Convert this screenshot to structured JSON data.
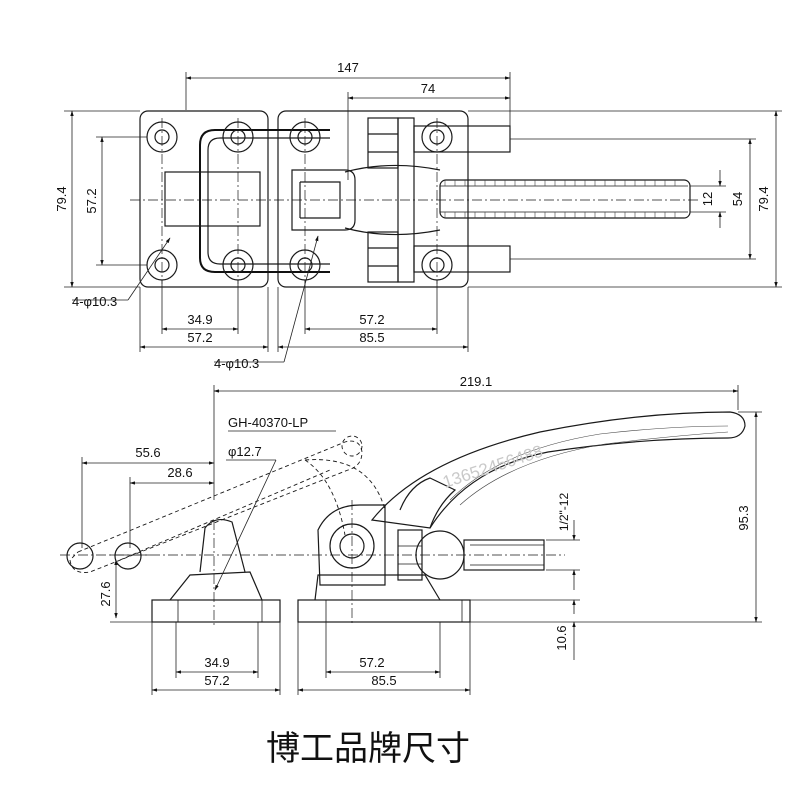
{
  "top_view": {
    "dim_overall_length": "147",
    "dim_upper_span": "74",
    "dim_height_left": "79.4",
    "dim_hole_span_left": "57.2",
    "dim_height_right": "79.4",
    "dim_stroke_span": "54",
    "dim_rod_dia": "12",
    "holes_left": "4-φ10.3",
    "holes_bottom": "4-φ10.3",
    "dim_left_inner": "34.9",
    "dim_left_outer": "57.2",
    "dim_right_inner": "57.2",
    "dim_right_outer": "85.5"
  },
  "side_view": {
    "dim_overall_length": "219.1",
    "model_code": "GH-40370-LP",
    "pin_dia": "φ12.7",
    "dim_handle_reach": "55.6",
    "dim_handle_offset": "28.6",
    "dim_pivot_height": "27.6",
    "thread_spec": "1/2\"-12",
    "dim_total_height": "95.3",
    "dim_base_thickness": "10.6",
    "dim_left_inner": "34.9",
    "dim_left_outer": "57.2",
    "dim_right_inner": "57.2",
    "dim_right_outer": "85.5"
  },
  "watermark": "13652456488",
  "caption": "博工品牌尺寸"
}
